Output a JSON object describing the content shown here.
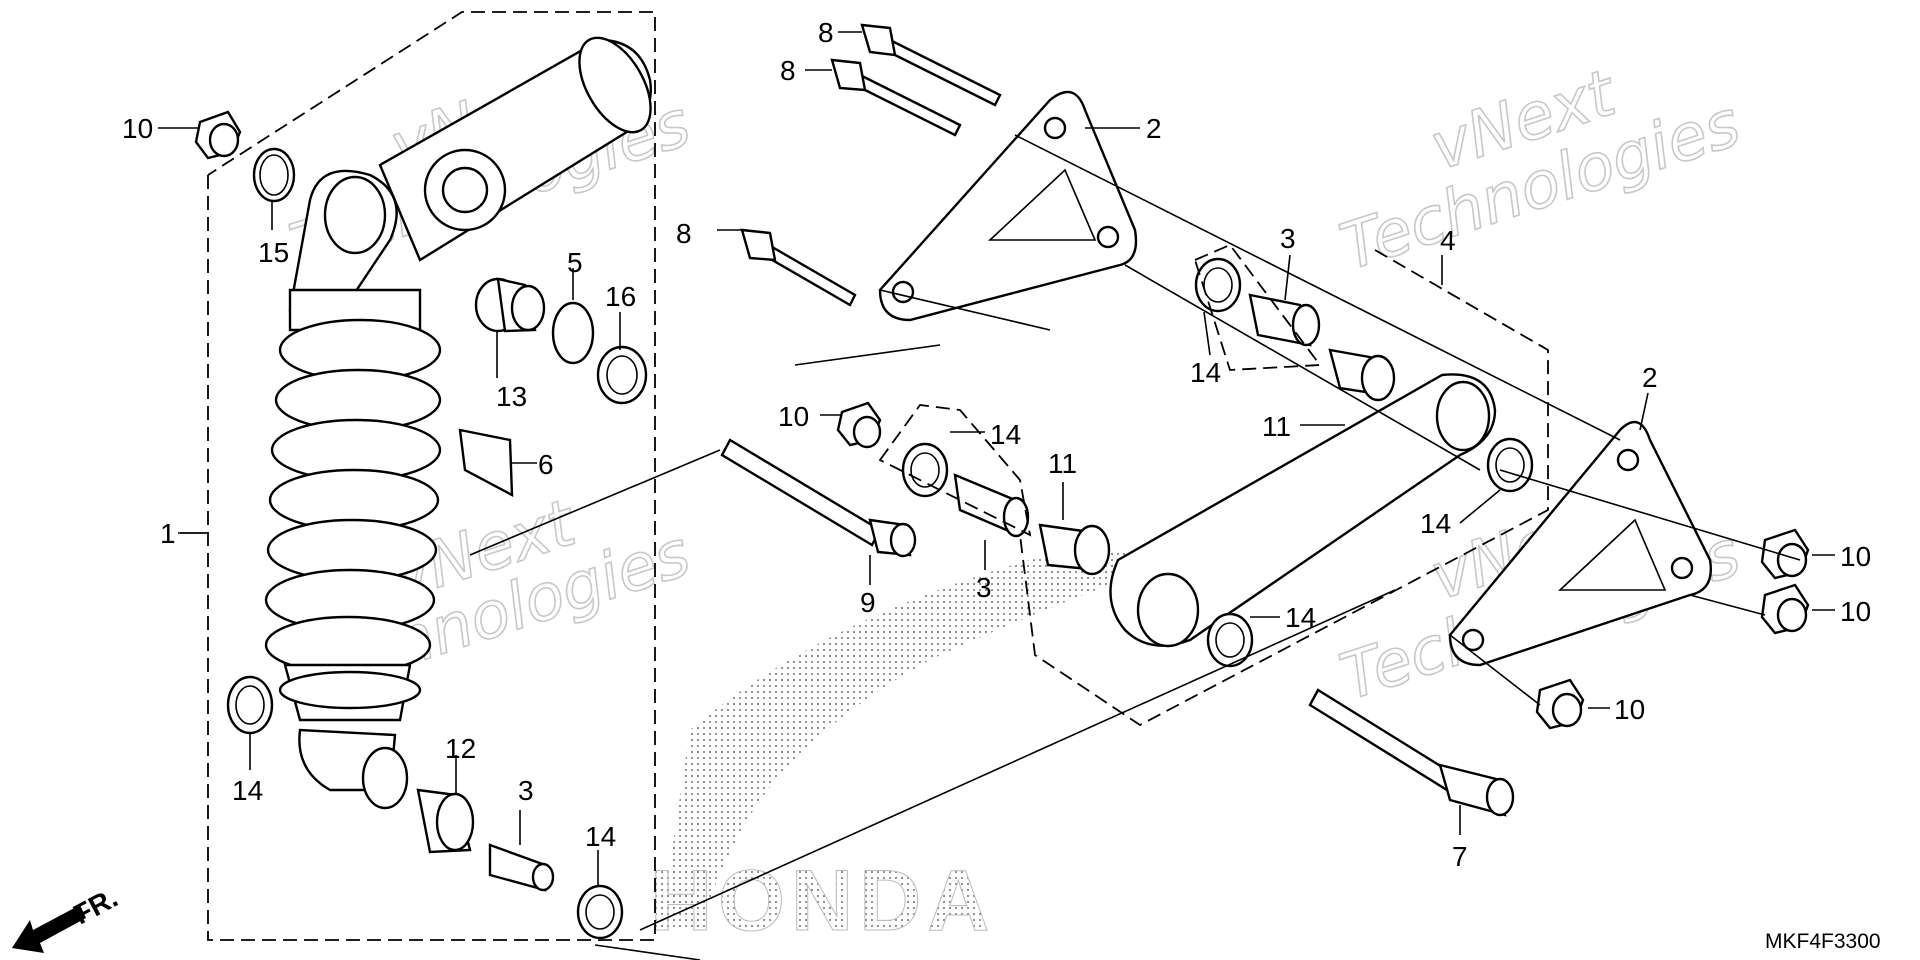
{
  "diagram_code": "MKF4F3300",
  "front_indicator": "FR.",
  "watermark": {
    "line1": "vNext",
    "line2": "Technologies"
  },
  "brand_logo_text": "HONDA",
  "callouts": {
    "c1": "1",
    "c2a": "2",
    "c2b": "2",
    "c3a": "3",
    "c3b": "3",
    "c3c": "3",
    "c4": "4",
    "c5": "5",
    "c6": "6",
    "c7": "7",
    "c8a": "8",
    "c8b": "8",
    "c8c": "8",
    "c9": "9",
    "c10a": "10",
    "c10b": "10",
    "c10c": "10",
    "c10d": "10",
    "c10e": "10",
    "c11a": "11",
    "c11b": "11",
    "c12": "12",
    "c13": "13",
    "c14a": "14",
    "c14b": "14",
    "c14c": "14",
    "c14d": "14",
    "c14e": "14",
    "c14f": "14",
    "c15": "15",
    "c16": "16"
  }
}
